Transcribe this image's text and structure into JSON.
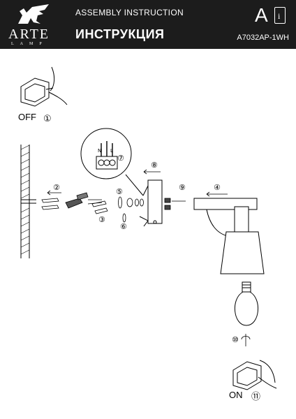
{
  "header": {
    "brand": "ARTE",
    "brand_sub": "LAMP",
    "title_en": "ASSEMBLY INSTRUCTION",
    "title_ru": "ИНСТРУКЦИЯ",
    "letter": "A",
    "model": "A7032AP-1WH"
  },
  "steps": {
    "off": "OFF",
    "off_num": "①",
    "on": "ON",
    "on_num": "⑪",
    "n2": "②",
    "n3": "③",
    "n4": "④",
    "n5": "⑤",
    "n6": "⑥",
    "n7": "⑦",
    "n8": "⑧",
    "n9": "⑨",
    "n10": "⑩",
    "terminal_n": "N",
    "terminal_l": "L"
  },
  "colors": {
    "header_bg": "#1c1c1c",
    "ink": "#000000"
  }
}
